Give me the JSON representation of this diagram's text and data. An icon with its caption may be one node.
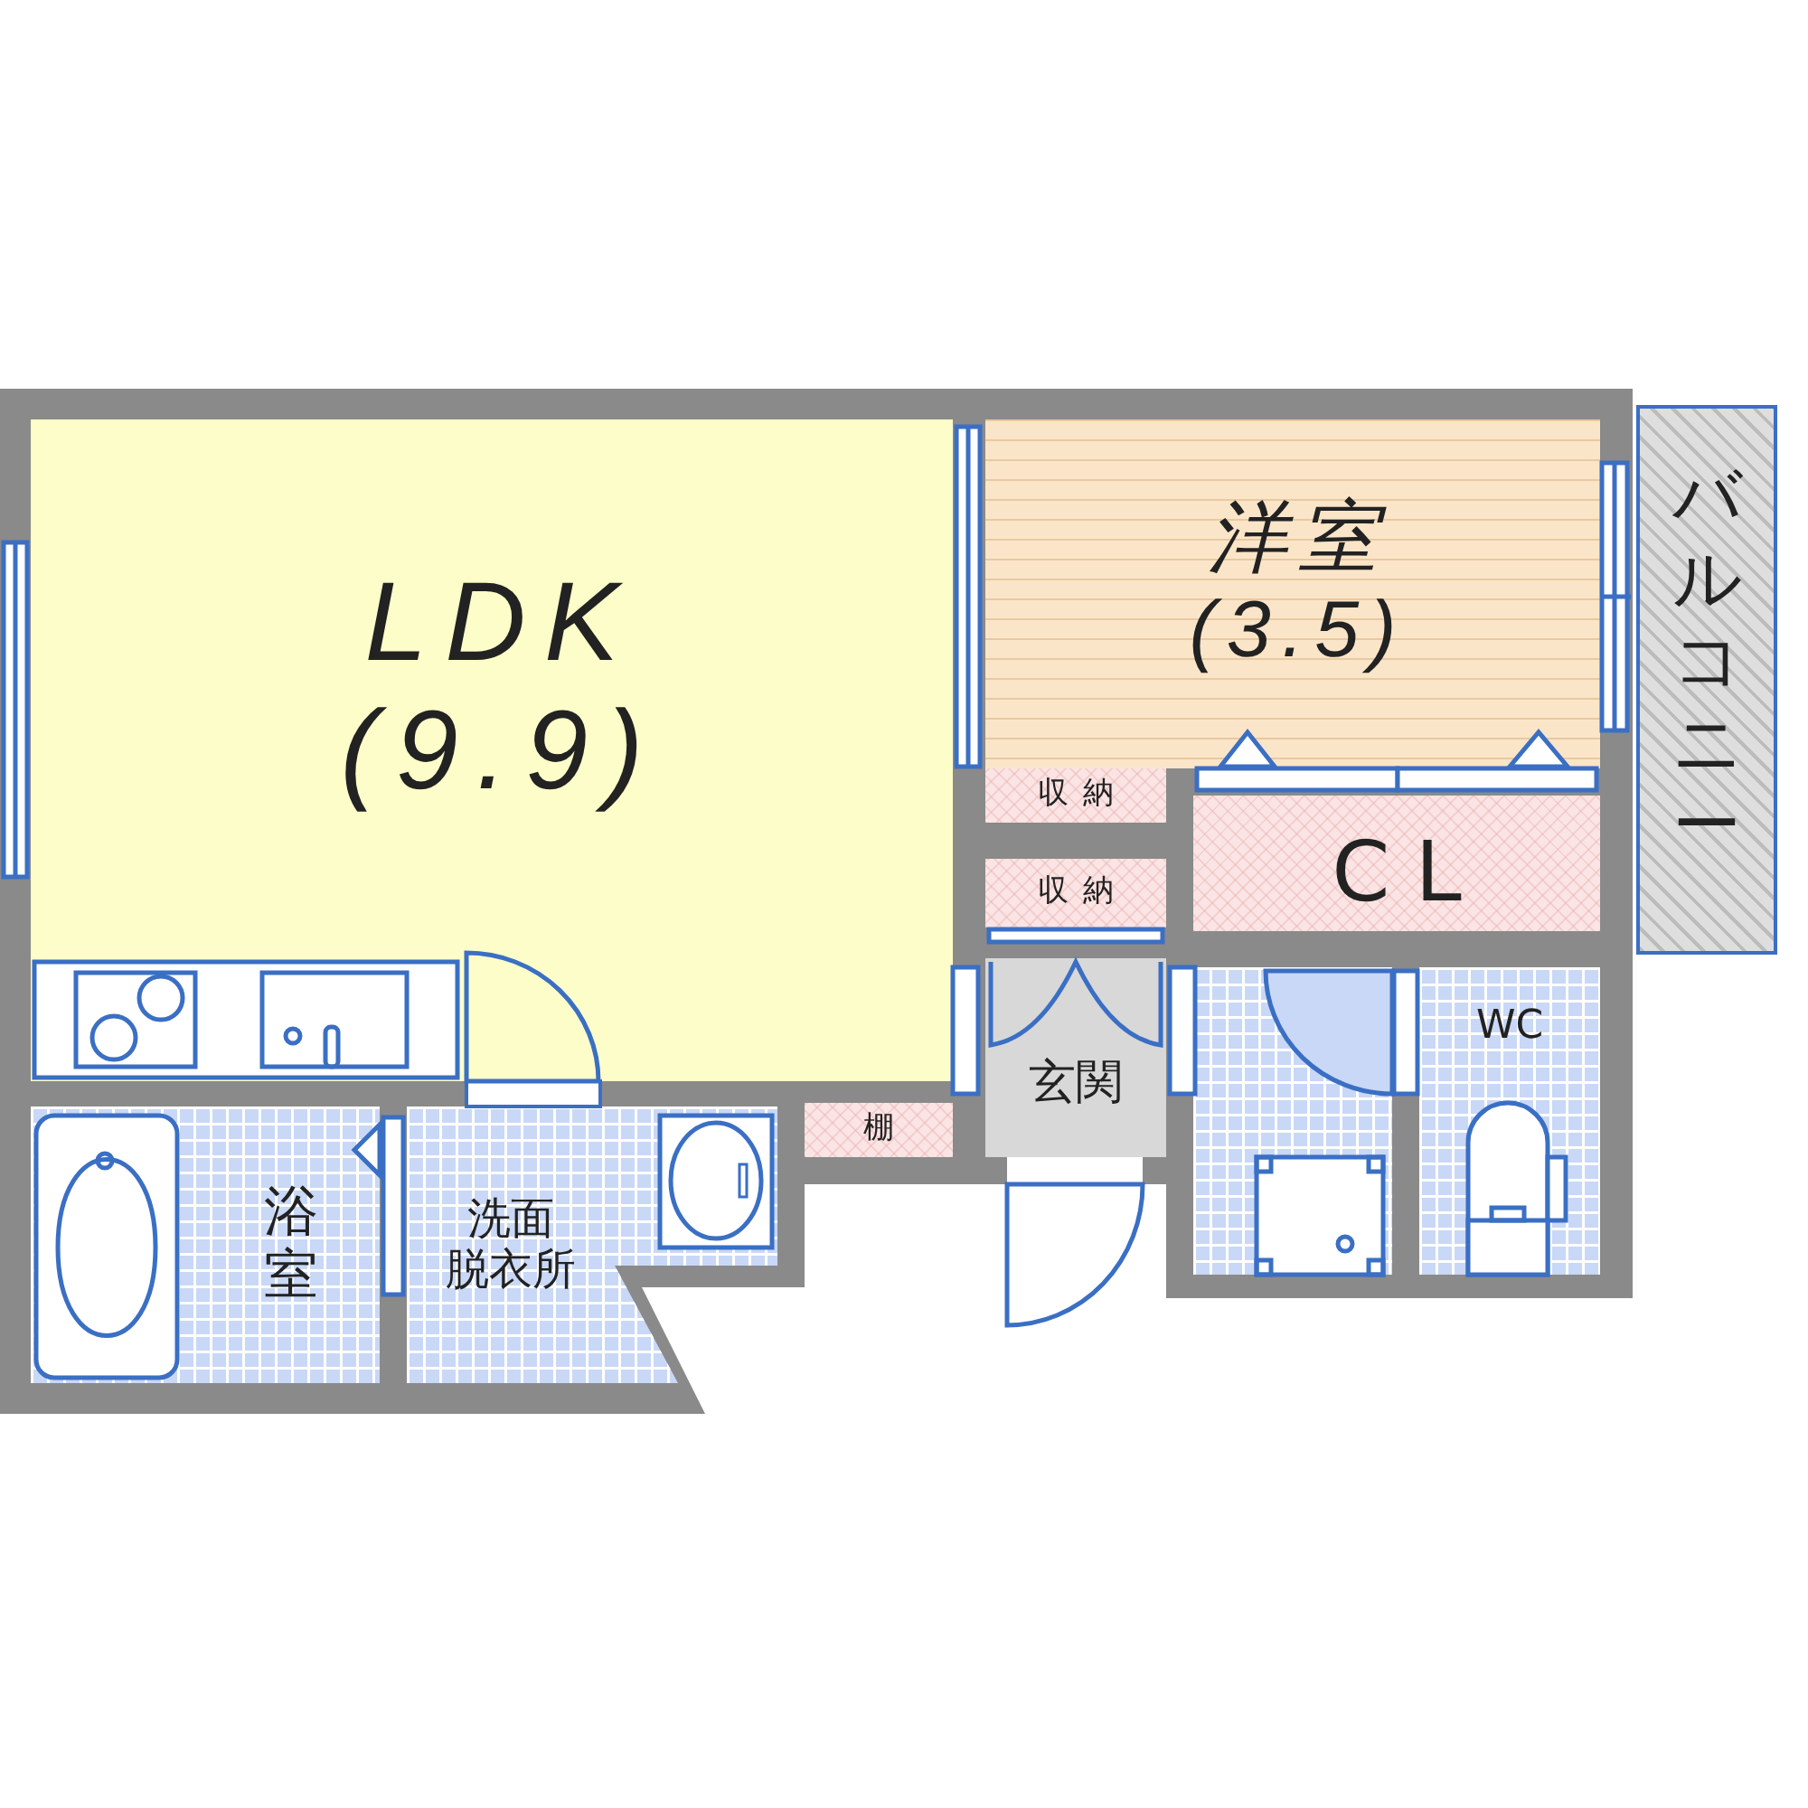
{
  "diagram": {
    "nodes": [
      {
        "text": [
          "LDK",
          "(9.9)"
        ]
      },
      {
        "text": [
          "洋室",
          "(3.5)"
        ]
      },
      {
        "text": [
          "バルコニー"
        ]
      },
      {
        "text": [
          "収納"
        ]
      },
      {
        "text": [
          "収納"
        ]
      },
      {
        "text": [
          "CL"
        ]
      },
      {
        "text": [
          "玄関"
        ]
      },
      {
        "text": [],
        "shape": "box"
      },
      {
        "text": [
          "WC"
        ]
      },
      {
        "text": [
          "棚"
        ]
      },
      {
        "text": [
          "浴室"
        ]
      },
      {
        "text": [
          "洗面脱衣所"
        ]
      }
    ]
  }
}
